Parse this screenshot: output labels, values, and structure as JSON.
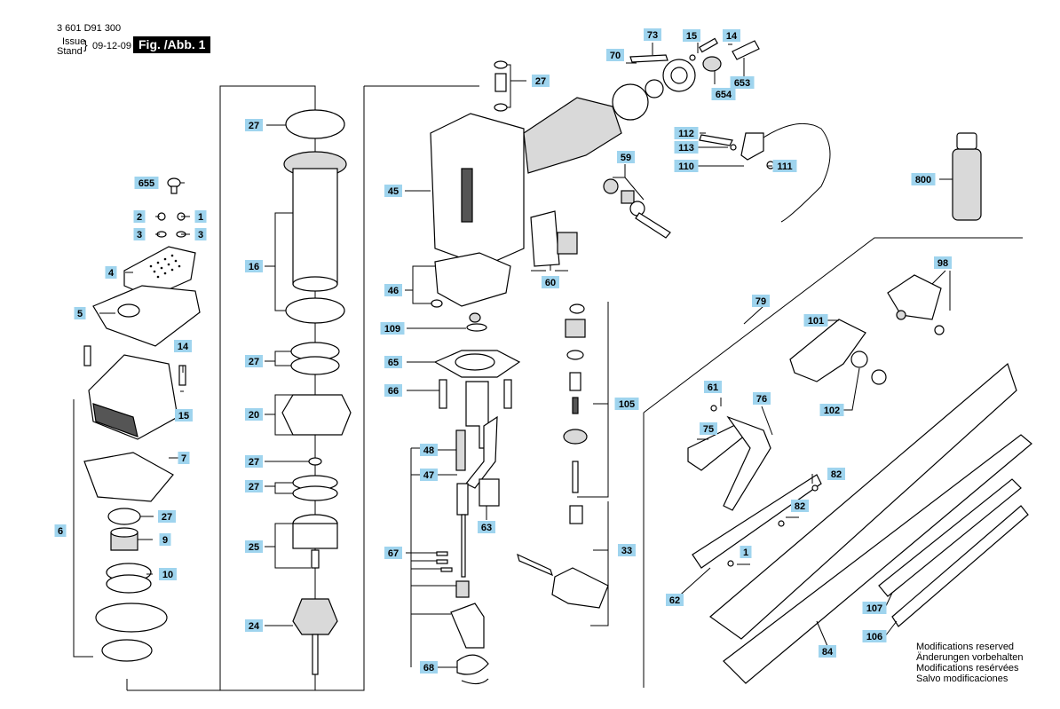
{
  "header": {
    "doc_number": "3 601 D91 300",
    "issue_label": "Issue",
    "stand_label": "Stand",
    "date": "09-12-09",
    "figure_label": "Fig. /Abb. 1"
  },
  "notes": [
    "Modifications reserved",
    "Änderungen vorbehalten",
    "Modifications resérvées",
    "Salvo modificaciones"
  ],
  "callouts": [
    {
      "id": "c1",
      "label": "1"
    },
    {
      "id": "c2",
      "label": "2"
    },
    {
      "id": "c3a",
      "label": "3"
    },
    {
      "id": "c3b",
      "label": "3"
    },
    {
      "id": "c4",
      "label": "4"
    },
    {
      "id": "c5",
      "label": "5"
    },
    {
      "id": "c6",
      "label": "6"
    },
    {
      "id": "c7",
      "label": "7"
    },
    {
      "id": "c9",
      "label": "9"
    },
    {
      "id": "c10",
      "label": "10"
    },
    {
      "id": "c14a",
      "label": "14"
    },
    {
      "id": "c15a",
      "label": "15"
    },
    {
      "id": "c27e",
      "label": "27"
    },
    {
      "id": "c655",
      "label": "655"
    },
    {
      "id": "c27a",
      "label": "27"
    },
    {
      "id": "c16",
      "label": "16"
    },
    {
      "id": "c27b",
      "label": "27"
    },
    {
      "id": "c20",
      "label": "20"
    },
    {
      "id": "c27c",
      "label": "27"
    },
    {
      "id": "c27d",
      "label": "27"
    },
    {
      "id": "c25",
      "label": "25"
    },
    {
      "id": "c24",
      "label": "24"
    },
    {
      "id": "c27f",
      "label": "27"
    },
    {
      "id": "c45",
      "label": "45"
    },
    {
      "id": "c46",
      "label": "46"
    },
    {
      "id": "c109",
      "label": "109"
    },
    {
      "id": "c65",
      "label": "65"
    },
    {
      "id": "c66",
      "label": "66"
    },
    {
      "id": "c48",
      "label": "48"
    },
    {
      "id": "c47",
      "label": "47"
    },
    {
      "id": "c63",
      "label": "63"
    },
    {
      "id": "c67",
      "label": "67"
    },
    {
      "id": "c68",
      "label": "68"
    },
    {
      "id": "c60",
      "label": "60"
    },
    {
      "id": "c105",
      "label": "105"
    },
    {
      "id": "c33",
      "label": "33"
    },
    {
      "id": "c73",
      "label": "73"
    },
    {
      "id": "c15b",
      "label": "15"
    },
    {
      "id": "c14b",
      "label": "14"
    },
    {
      "id": "c70",
      "label": "70"
    },
    {
      "id": "c654",
      "label": "654"
    },
    {
      "id": "c653",
      "label": "653"
    },
    {
      "id": "c112",
      "label": "112"
    },
    {
      "id": "c113",
      "label": "113"
    },
    {
      "id": "c110",
      "label": "110"
    },
    {
      "id": "c111",
      "label": "111"
    },
    {
      "id": "c59",
      "label": "59"
    },
    {
      "id": "c800",
      "label": "800"
    },
    {
      "id": "c98",
      "label": "98"
    },
    {
      "id": "c79",
      "label": "79"
    },
    {
      "id": "c101",
      "label": "101"
    },
    {
      "id": "c102",
      "label": "102"
    },
    {
      "id": "c61",
      "label": "61"
    },
    {
      "id": "c76",
      "label": "76"
    },
    {
      "id": "c75",
      "label": "75"
    },
    {
      "id": "c82a",
      "label": "82"
    },
    {
      "id": "c82b",
      "label": "82"
    },
    {
      "id": "c1b",
      "label": "1"
    },
    {
      "id": "c62",
      "label": "62"
    },
    {
      "id": "c107",
      "label": "107"
    },
    {
      "id": "c106",
      "label": "106"
    },
    {
      "id": "c84",
      "label": "84"
    }
  ]
}
